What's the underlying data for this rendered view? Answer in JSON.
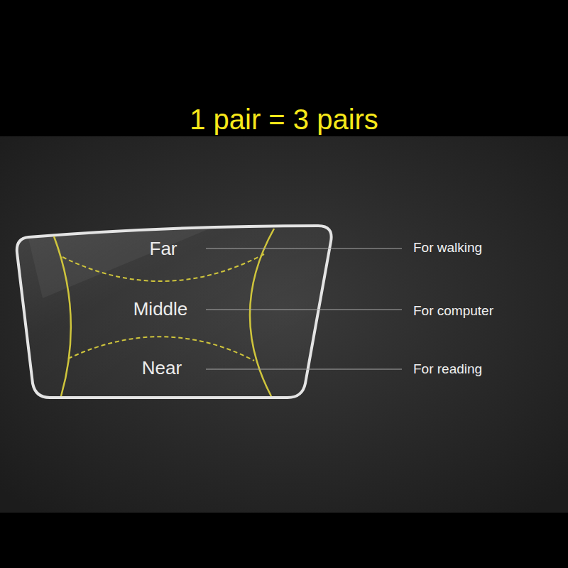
{
  "diagram": {
    "title": "1 pair = 3 pairs",
    "labels": [
      "Far",
      "Middle",
      "Near",
      "For walking",
      "For computer",
      "For reading"
    ]
  }
}
